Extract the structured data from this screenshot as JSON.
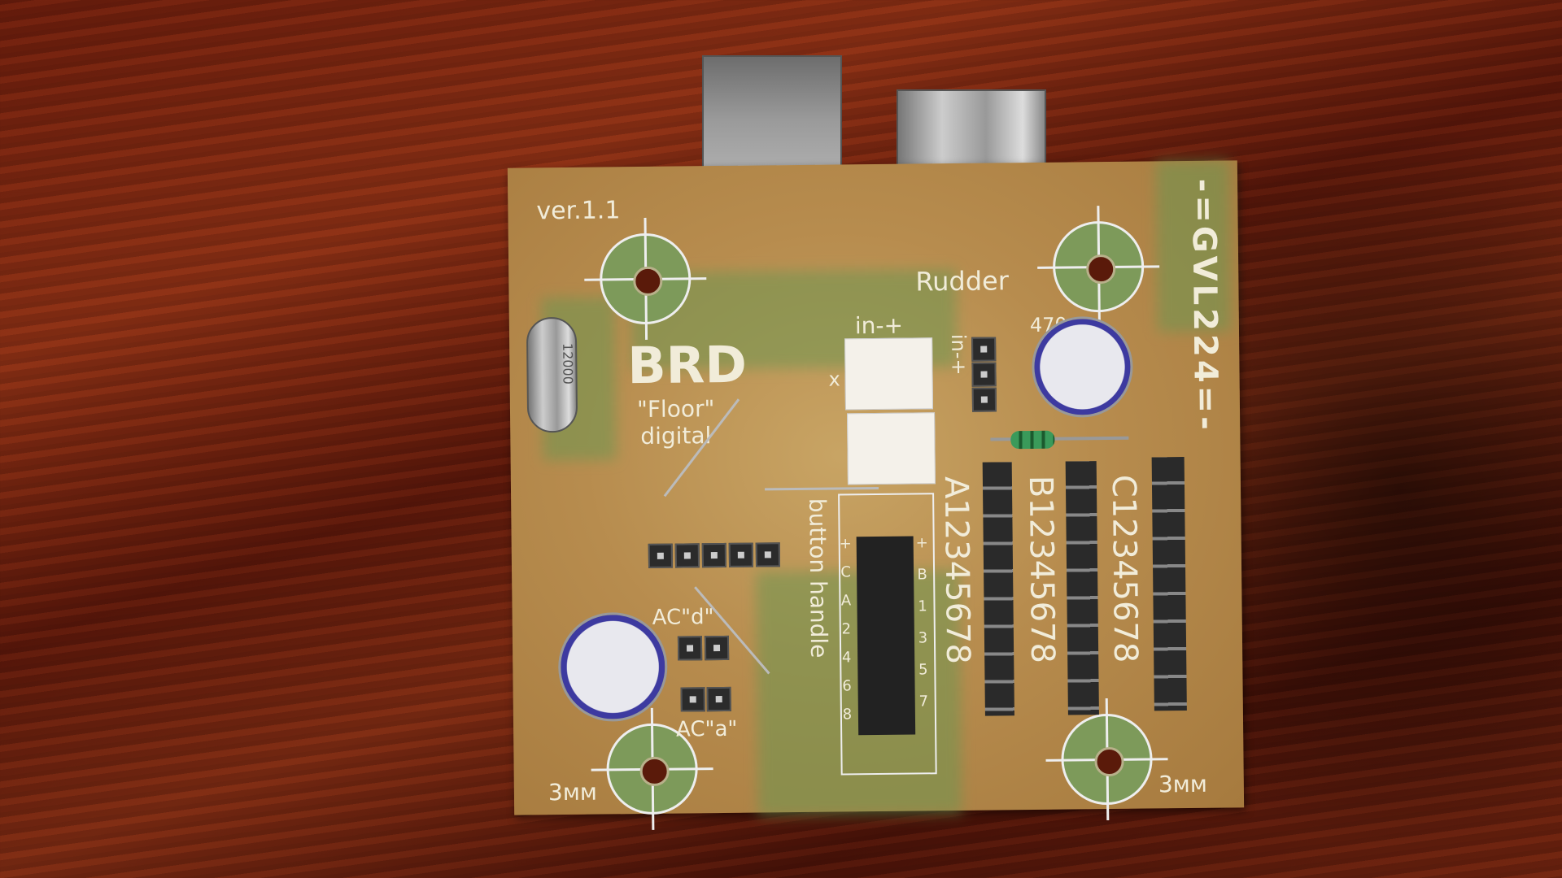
{
  "board": {
    "version": "ver.1.1",
    "title": "BRD",
    "subtitle": "\"Floor\"",
    "subtitle2": "digital",
    "brand": "-=GVL224=-",
    "rudder_label": "Rudder",
    "in_label_1": "in-+",
    "in_label_2": "in-+",
    "x_label": "x",
    "cap_value": "470",
    "ac_d": "AC\"d\"",
    "ac_a": "AC\"a\"",
    "button_handle": "button handle",
    "row_a": "A12345678",
    "row_b": "B12345678",
    "row_c": "C12345678",
    "hole_left": "3мм",
    "hole_right": "3мм",
    "crystal": "12000",
    "header_left_labels": "+CA2468",
    "header_right_labels": "+B1357"
  },
  "colors": {
    "board": "#b78c4e",
    "silkscreen": "#f1ecd9",
    "table": "#6a1c0c"
  }
}
